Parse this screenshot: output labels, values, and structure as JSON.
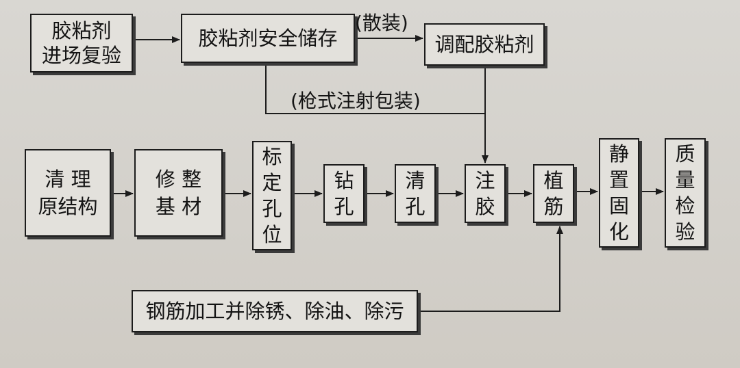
{
  "diagram": {
    "nodes": {
      "entry_retest": [
        "胶粘剂",
        "进场复验"
      ],
      "safe_storage": "胶粘剂安全储存",
      "mix_adhesive": "调配胶粘剂",
      "clean_structure": [
        "清 理",
        "原结构"
      ],
      "trim_substrate": [
        "修 整",
        "基 材"
      ],
      "mark_holes": [
        "标",
        "定",
        "孔",
        "位"
      ],
      "drill": [
        "钻",
        "孔"
      ],
      "clean_holes": [
        "清",
        "孔"
      ],
      "inject_glue": [
        "注",
        "胶"
      ],
      "plant_rebar": [
        "植",
        "筋"
      ],
      "curing": [
        "静",
        "置",
        "固",
        "化"
      ],
      "inspection": [
        "质",
        "量",
        "检",
        "验"
      ],
      "rebar_prep": "钢筋加工并除锈、除油、除污"
    },
    "edge_labels": {
      "bulk": "(散装)",
      "gun_package": "(枪式注射包装)"
    },
    "colors": {
      "ink": "#141414",
      "box_fill": "#e3e1dc",
      "background": "#d6d3ce"
    }
  }
}
